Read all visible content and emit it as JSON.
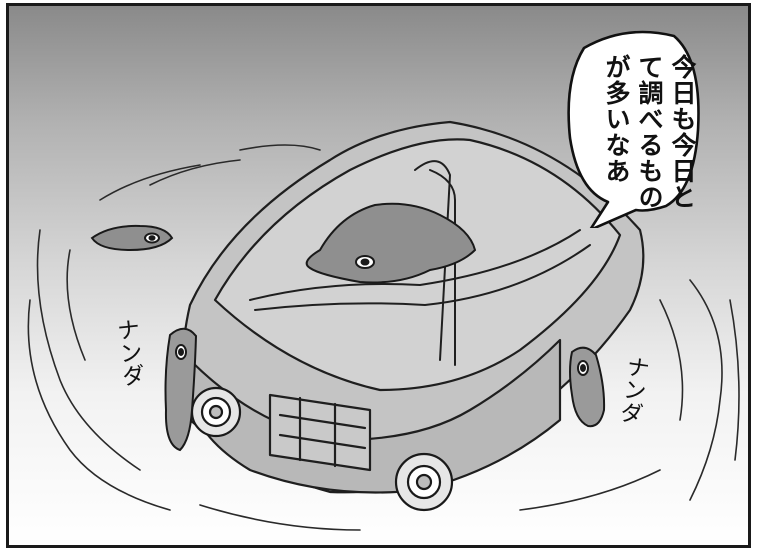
{
  "speech_bubble": {
    "text": "今日も今日とて調べるものが多いなあ"
  },
  "sound_effects": {
    "left": "ナンダ",
    "right": "ナンダ"
  },
  "colors": {
    "ink": "#1a1a1a",
    "paper": "#ffffff",
    "tone_dark": "#8a8a8a"
  }
}
